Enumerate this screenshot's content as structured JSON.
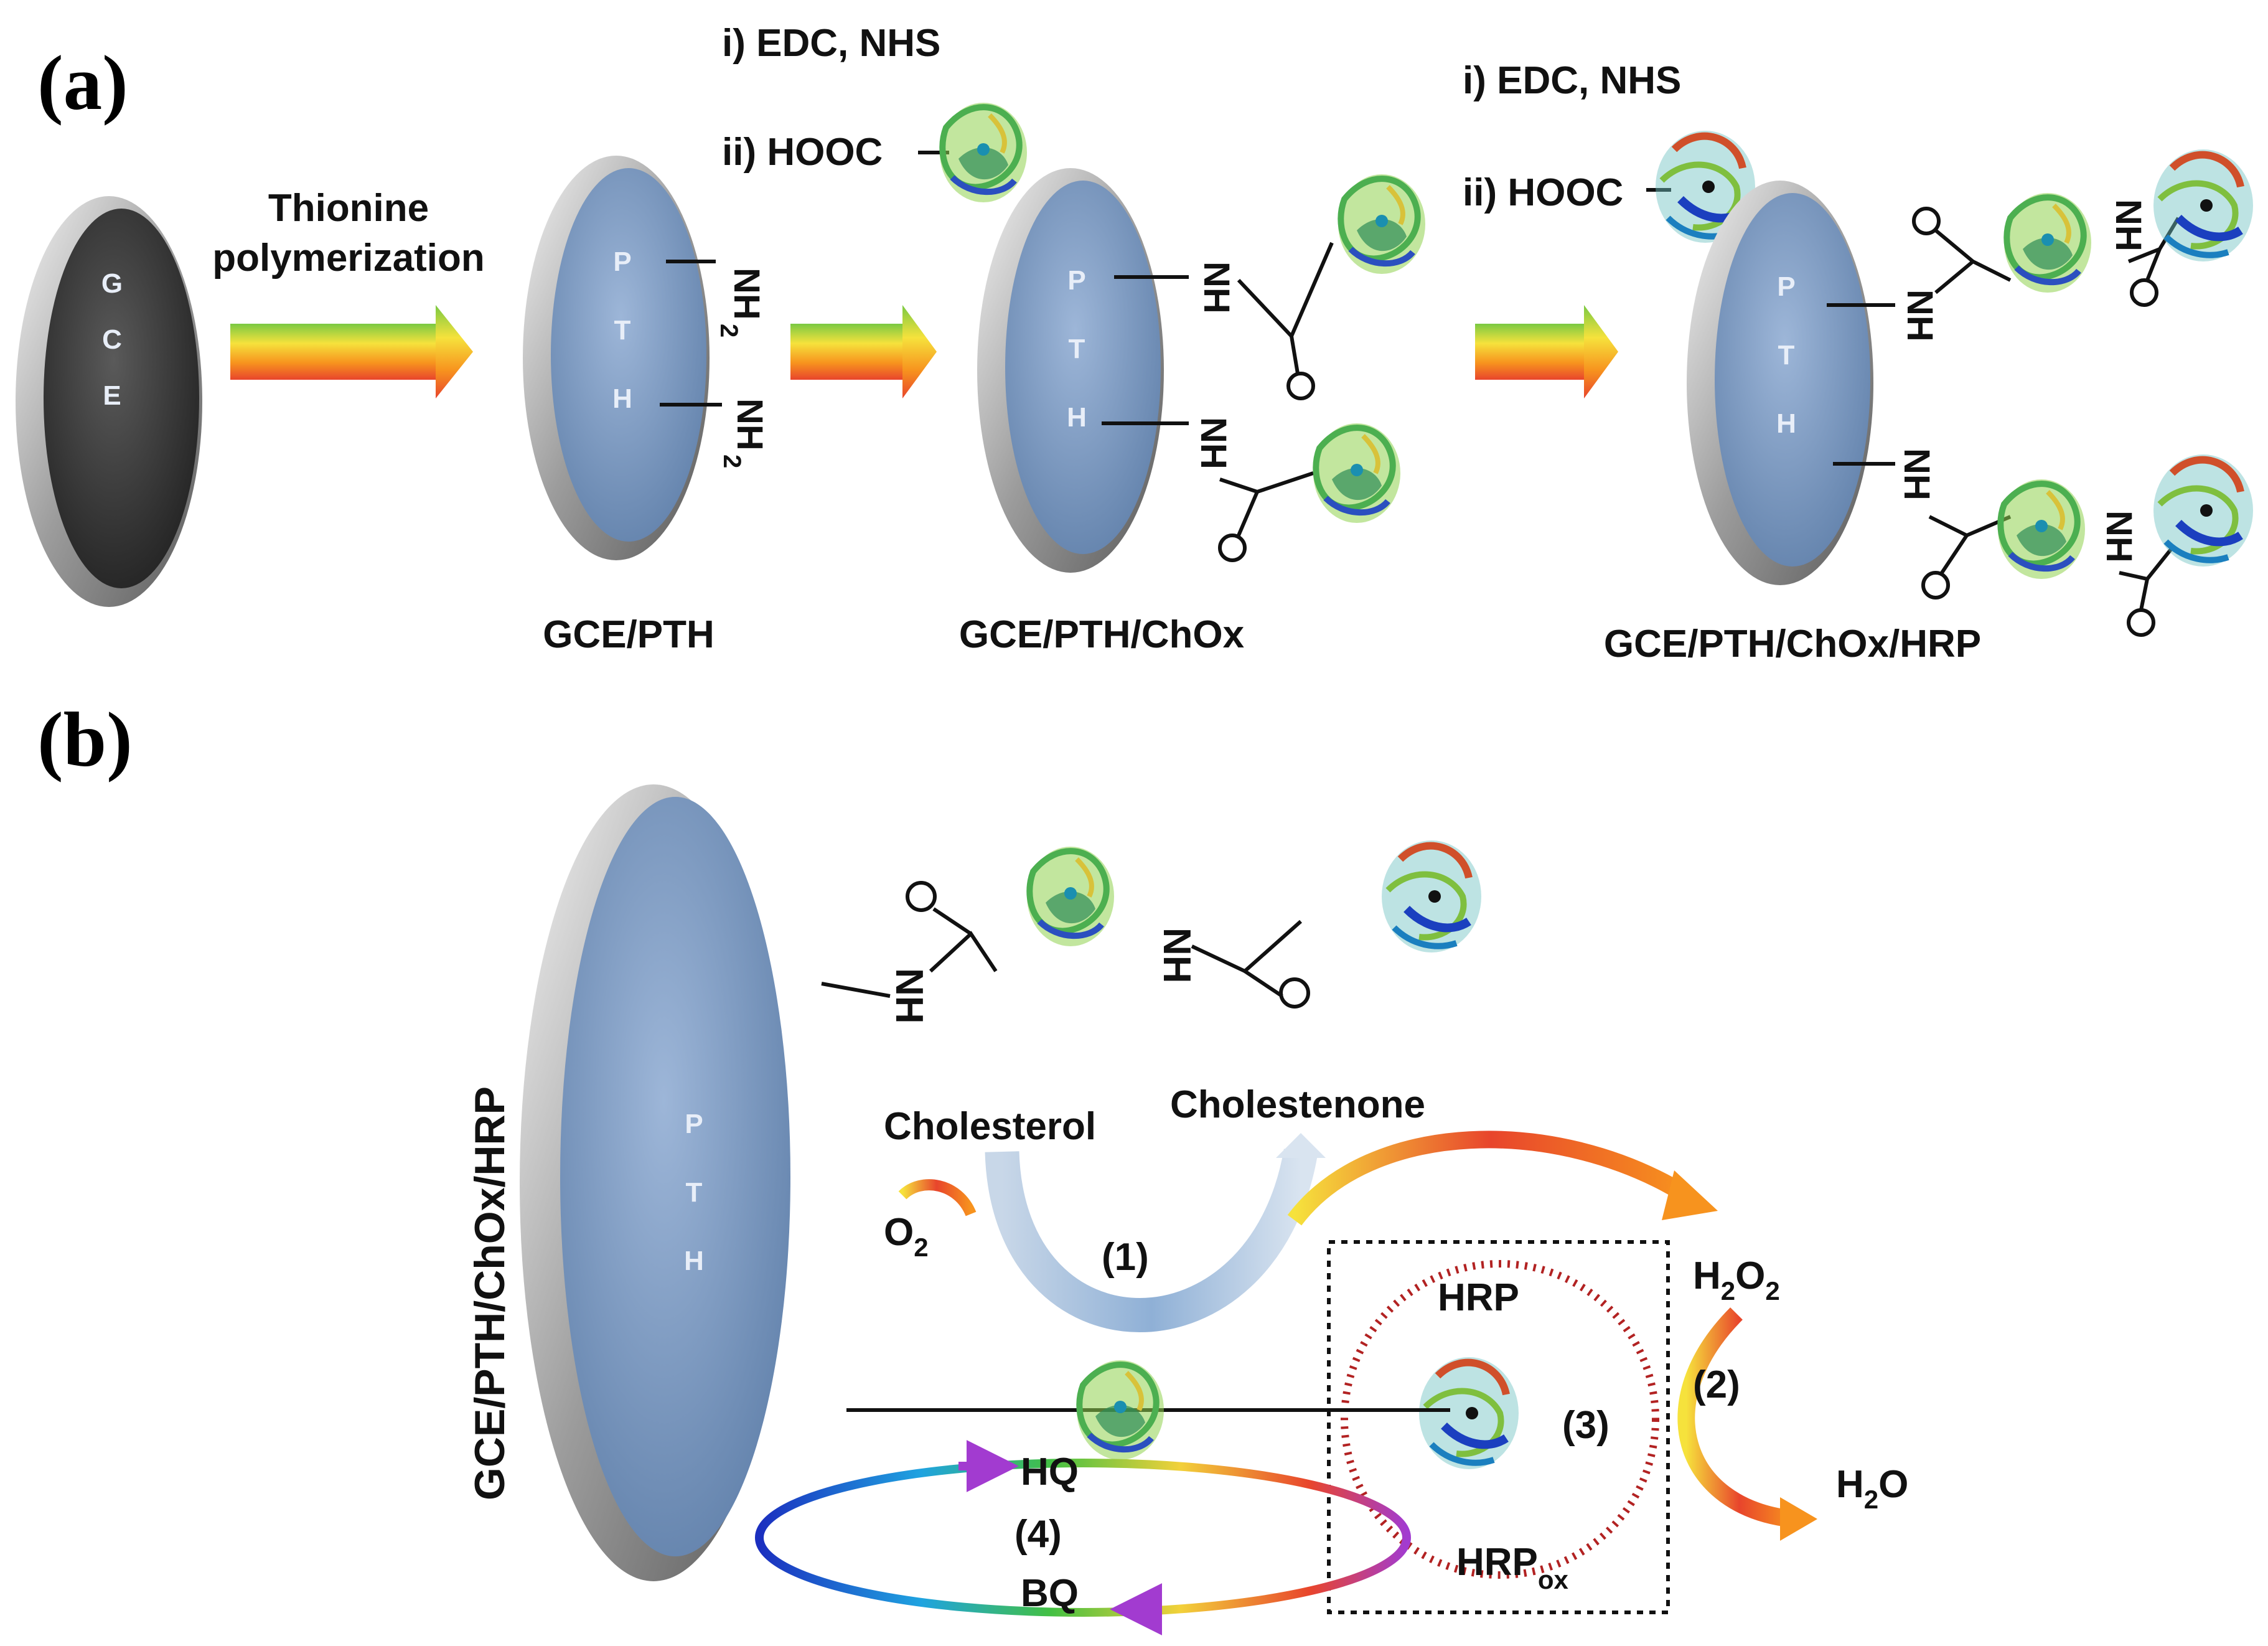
{
  "panel_a": {
    "letter": "(a)",
    "disk_gce_text": [
      "G",
      "C",
      "E"
    ],
    "disk_pth_text": [
      "P",
      "T",
      "H"
    ],
    "step1_label_line1": "Thionine",
    "step1_label_line2": "polymerization",
    "reagent1_line1": "i) EDC, NHS",
    "reagent1_line2": "ii) HOOC",
    "reagent2_line1": "i) EDC, NHS",
    "reagent2_line2": "ii) HOOC",
    "nh2": "NH",
    "nh2_sub": "2",
    "nh": "NH",
    "o": "O",
    "caption1": "GCE/PTH",
    "caption2": "GCE/PTH/ChOx",
    "caption3": "GCE/PTH/ChOx/HRP"
  },
  "panel_b": {
    "letter": "(b)",
    "vertical_label": "GCE/PTH/ChOx/HRP",
    "disk_text": [
      "P",
      "T",
      "H"
    ],
    "nh": "NH",
    "o": "O",
    "cholesterol": "Cholesterol",
    "cholestenone": "Cholestenone",
    "o2": "O",
    "o2_sub": "2",
    "step1": "(1)",
    "h2o2_h": "H",
    "h2o2_sub": "2",
    "h2o2_o": "O",
    "step2": "(2)",
    "h2o_h": "H",
    "h2o_sub": "2",
    "h2o_o": "O",
    "hrp": "HRP",
    "step3": "(3)",
    "hrp_ox": "HRP",
    "hrp_ox_sub": "ox",
    "hq": "HQ",
    "step4": "(4)",
    "bq": "BQ"
  },
  "colors": {
    "disk_blue": "#7e9cc4",
    "disk_rim": "#a9a9a9",
    "disk_dark": "#3a3a3a",
    "dots_red": "#b22222",
    "arrow_rainbow": [
      "#7ac943",
      "#f6e23c",
      "#f7931e",
      "#e8452c"
    ]
  },
  "icons": [
    "electrode-disk",
    "protein-ribbon-icon",
    "rainbow-arrow",
    "dotted-box"
  ]
}
